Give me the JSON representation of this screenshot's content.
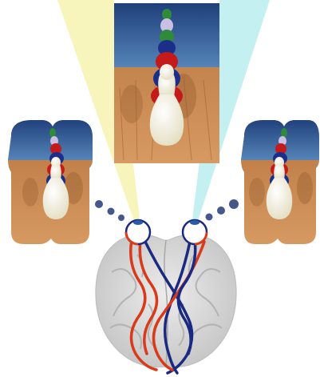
{
  "diagram": {
    "colors": {
      "background": "#ffffff",
      "left_beam": "#f7f3b0",
      "right_beam": "#bfeef0",
      "sky_top": "#1f3f7a",
      "sky_bottom": "#4a7cb2",
      "wood": "#c98a55",
      "wood_dark": "#9a5a2e",
      "pin_cream": "#f2efdc",
      "pin_red": "#c41a1a",
      "pin_blue": "#1b2f8a",
      "pin_green": "#2f8a3a",
      "pin_lavender": "#c9c0e3",
      "brain": "#d9d9d9",
      "brain_fold": "#b9b9b9",
      "nerve_red": "#d83a1a",
      "nerve_blue": "#1a2a80",
      "dot": "#46588a"
    },
    "icons": {
      "center_view": "bowling-pins-center-view",
      "left_view": "bowling-pins-left-eye-view",
      "right_view": "bowling-pins-right-eye-view",
      "brain": "brain-top-view",
      "eyes": "eyeball-icon",
      "nerves": "optic-pathway"
    }
  }
}
